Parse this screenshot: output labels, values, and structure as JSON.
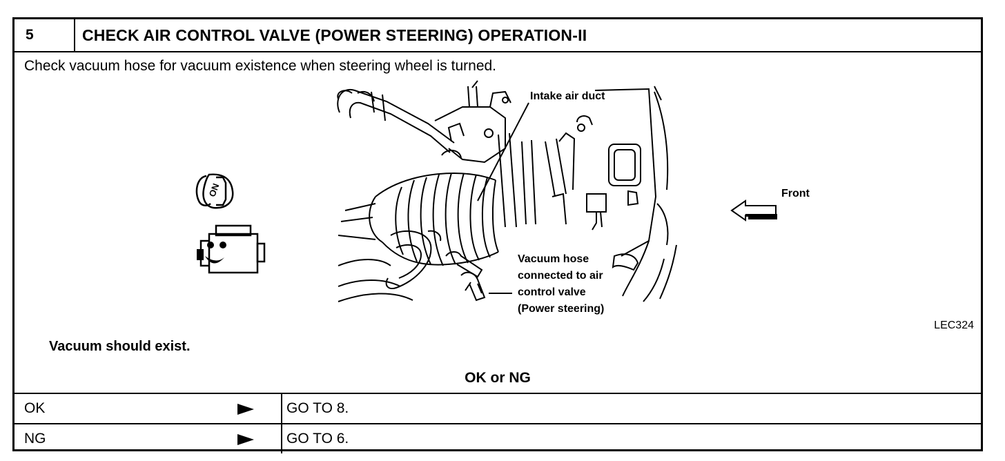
{
  "step": {
    "number": "5",
    "title": "CHECK AIR CONTROL VALVE (POWER STEERING) OPERATION-II"
  },
  "instruction": "Check vacuum hose for vacuum existence when steering wheel is turned.",
  "illustration": {
    "labels": {
      "intake_air_duct": "Intake air duct",
      "vacuum_hose_1": "Vacuum hose",
      "vacuum_hose_2": "connected to air",
      "vacuum_hose_3": "control valve",
      "vacuum_hose_4": "(Power steering)",
      "front": "Front",
      "ignition_on": "ON"
    },
    "reference_code": "LEC324"
  },
  "expected_result": "Vacuum should exist.",
  "decision_prompt": "OK or NG",
  "outcomes": [
    {
      "label": "OK",
      "action": "GO TO 8."
    },
    {
      "label": "NG",
      "action": "GO TO 6."
    }
  ]
}
